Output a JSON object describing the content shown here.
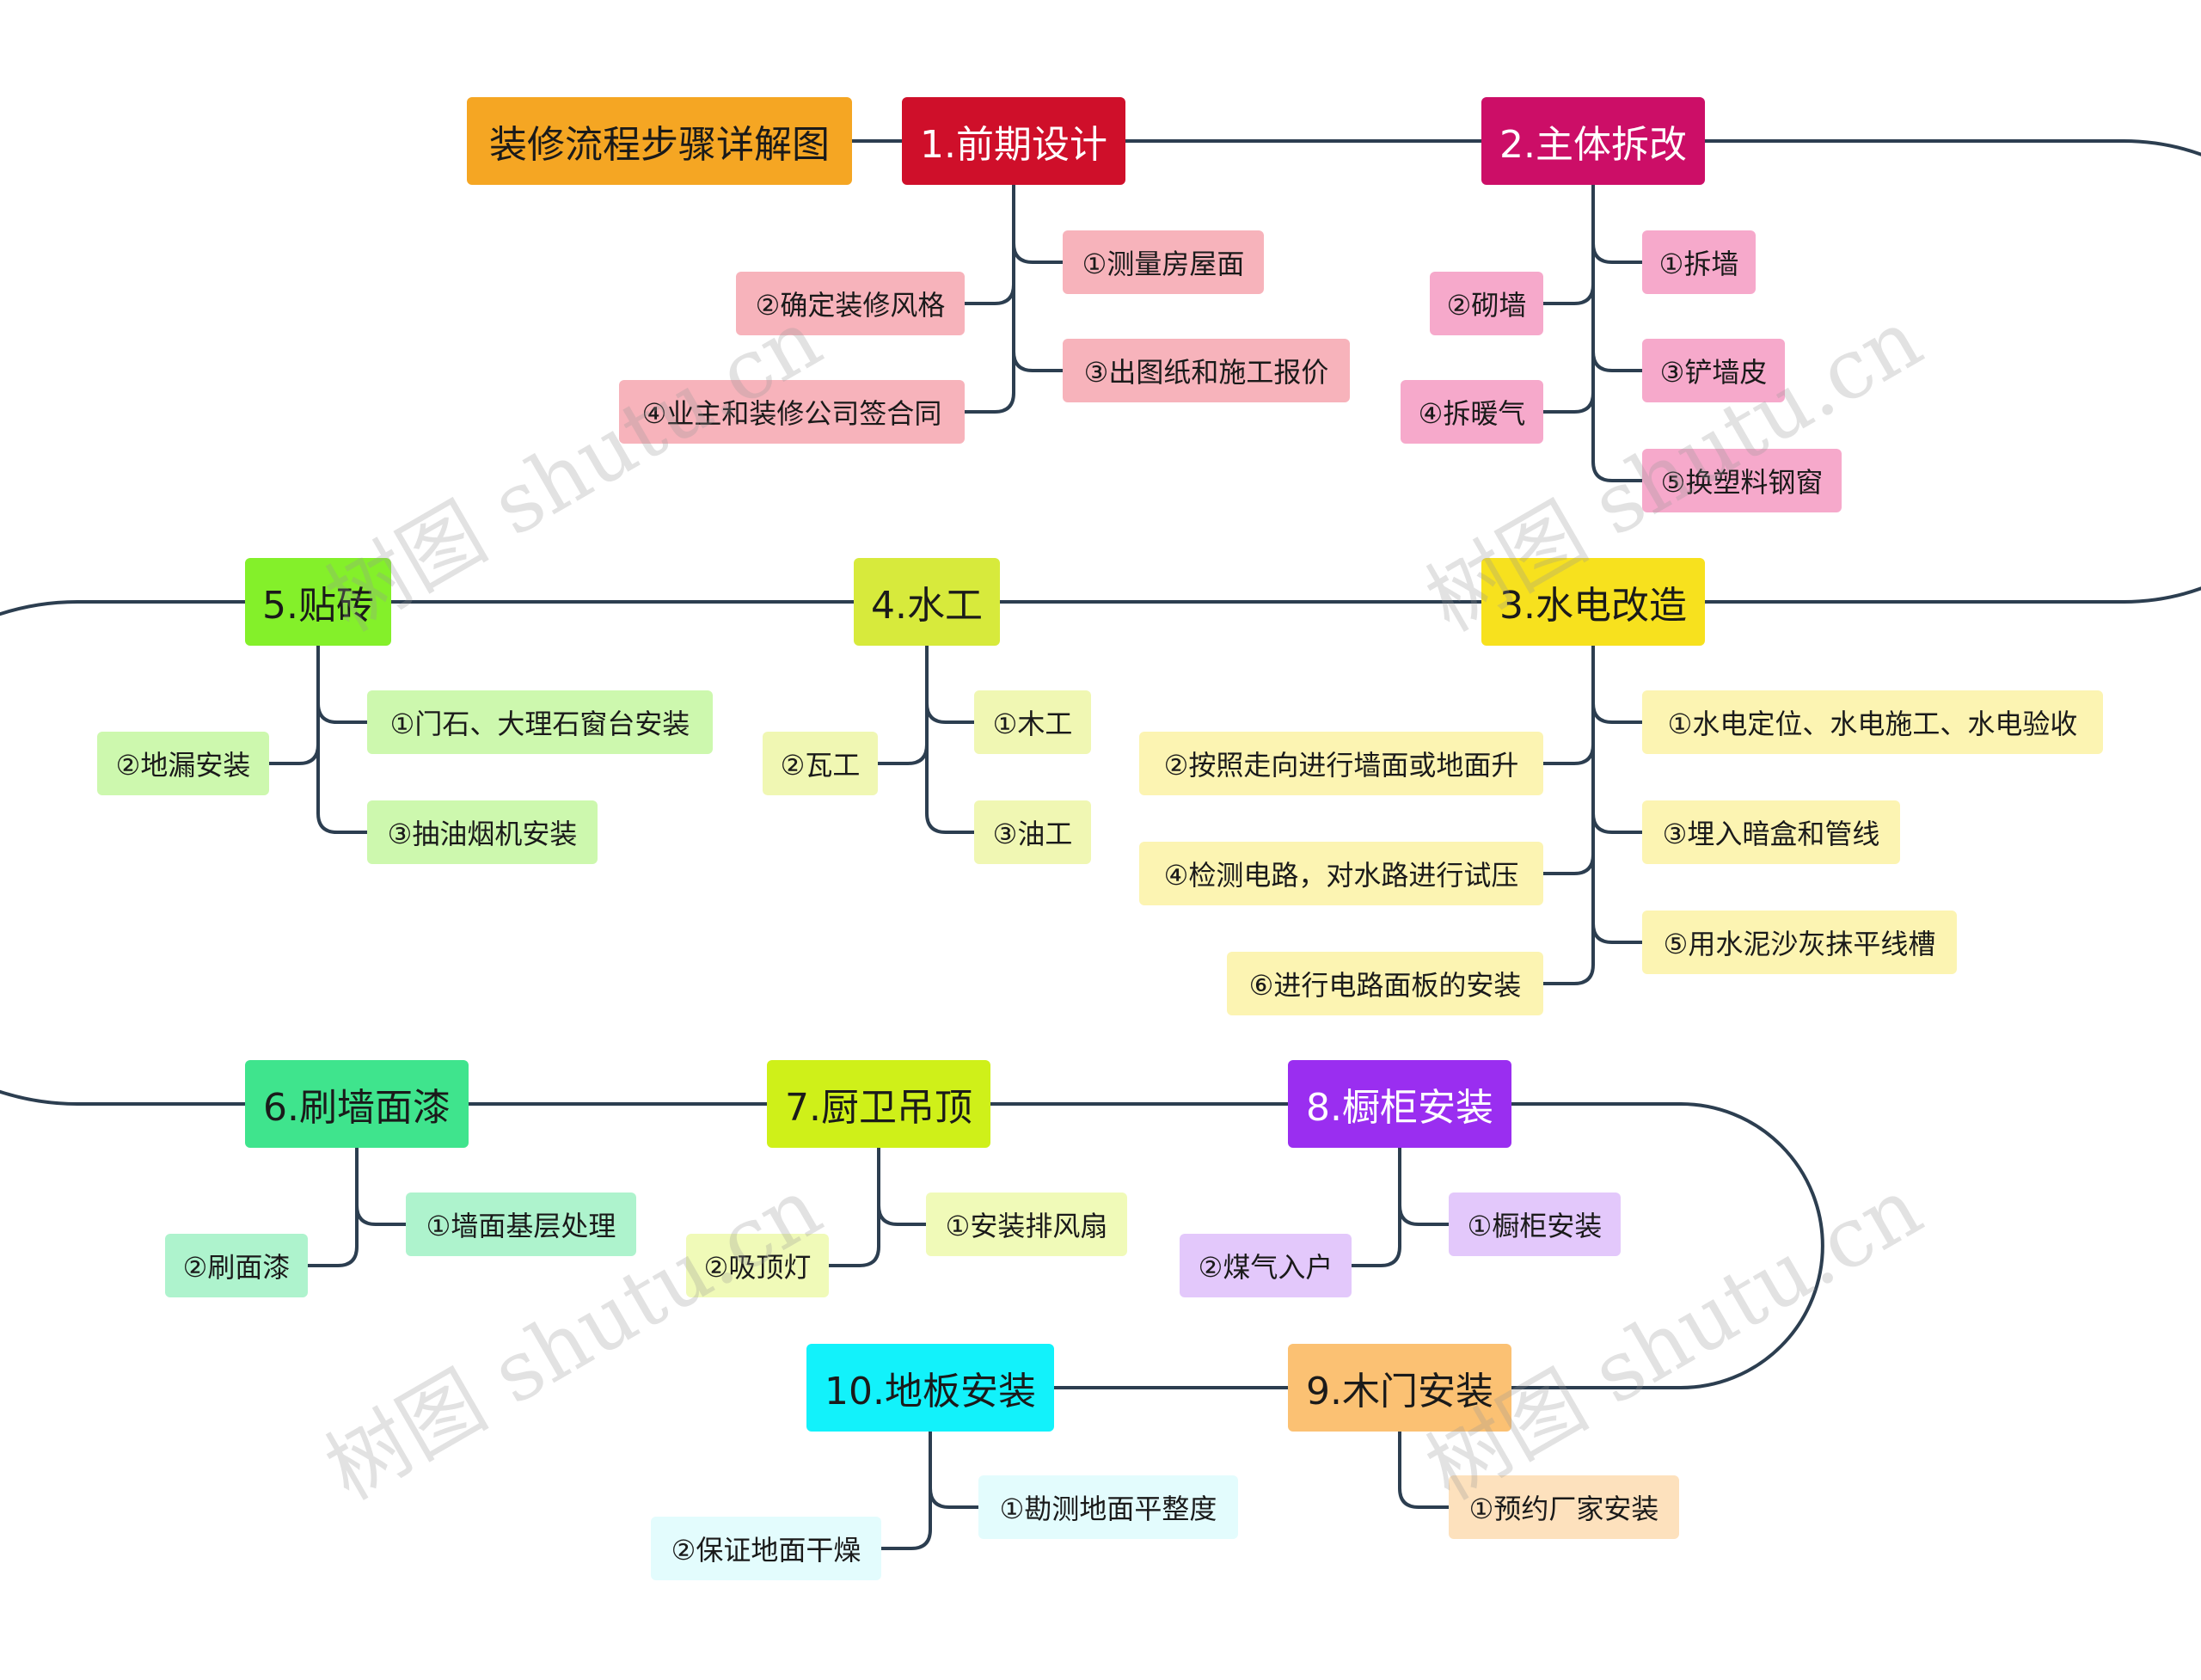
{
  "title": "装修流程步骤详解图",
  "watermark": "树图 shutu.cn",
  "stages": [
    {
      "label": "1.前期设计",
      "color": "#cf0f2a",
      "text_color": "#ffffff",
      "children": [
        "①测量房屋面",
        "②确定装修风格",
        "③出图纸和施工报价",
        "④业主和装修公司签合同"
      ],
      "child_color": "#f7b3bb"
    },
    {
      "label": "2.主体拆改",
      "color": "#cc0e67",
      "text_color": "#ffffff",
      "children": [
        "①拆墙",
        "②砌墙",
        "③铲墙皮",
        "④拆暖气",
        "⑤换塑料钢窗"
      ],
      "child_color": "#f6a9cb"
    },
    {
      "label": "3.水电改造",
      "color": "#f7e11e",
      "text_color": "#1a1a1a",
      "children": [
        "①水电定位、水电施工、水电验收",
        "②按照走向进行墙面或地面升",
        "③埋入暗盒和管线",
        "④检测电路，对水路进行试压",
        "⑤用水泥沙灰抹平线槽",
        "⑥进行电路面板的安装"
      ],
      "child_color": "#fcf4b2"
    },
    {
      "label": "4.水工",
      "color": "#d7ea3c",
      "text_color": "#1a1a1a",
      "children": [
        "①木工",
        "②瓦工",
        "③油工"
      ],
      "child_color": "#f0f7b3"
    },
    {
      "label": "5.贴砖",
      "color": "#84f02a",
      "text_color": "#1a1a1a",
      "children": [
        "①门石、大理石窗台安装",
        "②地漏安装",
        "③抽油烟机安装"
      ],
      "child_color": "#cdf8ae"
    },
    {
      "label": "6.刷墙面漆",
      "color": "#3fe48d",
      "text_color": "#1a1a1a",
      "children": [
        "①墙面基层处理",
        "②刷面漆"
      ],
      "child_color": "#aef3cd"
    },
    {
      "label": "7.厨卫吊顶",
      "color": "#cff019",
      "text_color": "#1a1a1a",
      "children": [
        "①安装排风扇",
        "②吸顶灯"
      ],
      "child_color": "#f0fab8"
    },
    {
      "label": "8.橱柜安装",
      "color": "#9a2ef0",
      "text_color": "#ffffff",
      "children": [
        "①橱柜安装",
        "②煤气入户"
      ],
      "child_color": "#e3c8fb"
    },
    {
      "label": "9.木门安装",
      "color": "#fbc173",
      "text_color": "#1a1a1a",
      "children": [
        "①预约厂家安装"
      ],
      "child_color": "#fde1bd"
    },
    {
      "label": "10.地板安装",
      "color": "#12f2fb",
      "text_color": "#1a1a1a",
      "children": [
        "①勘测地面平整度",
        "②保证地面干燥"
      ],
      "child_color": "#e3fcfd"
    }
  ],
  "colors": {
    "title_bg": "#f5a623",
    "connector": "#2c3e50"
  }
}
